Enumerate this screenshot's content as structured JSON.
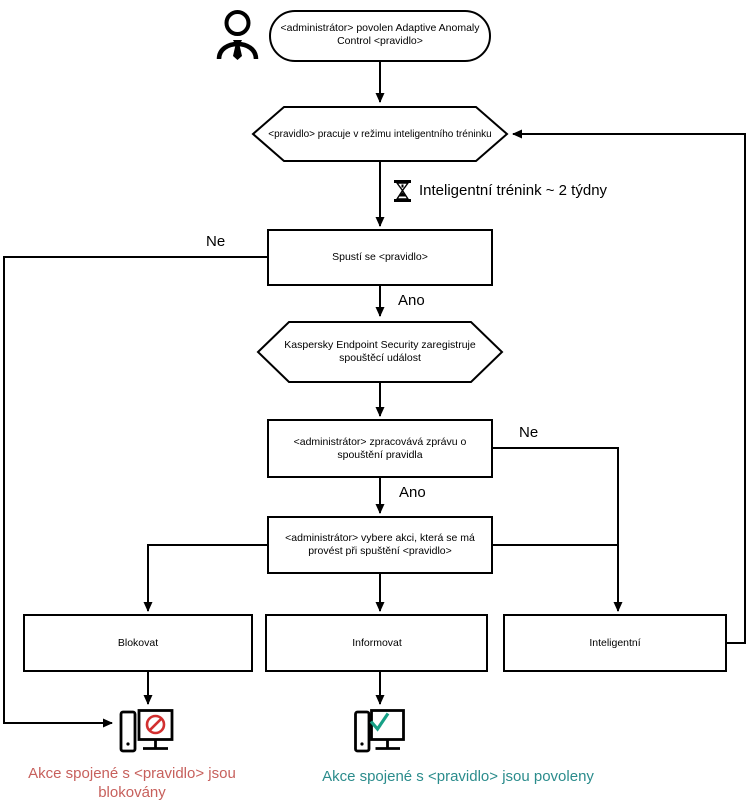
{
  "nodes": {
    "start": {
      "text": "<administrátor> povolen Adaptive Anomaly Control <pravidlo>"
    },
    "training": {
      "text": "<pravidlo> pracuje v režimu inteligentního tréninku"
    },
    "training_note": {
      "text": "Inteligentní trénink ~ 2 týdny"
    },
    "rule_trigger": {
      "text": "Spustí se <pravidlo>"
    },
    "kes_register": {
      "text": "Kaspersky Endpoint Security zaregistruje spouštěcí událost"
    },
    "admin_report": {
      "text": "<administrátor> zpracovává zprávu o spouštění pravidla"
    },
    "admin_action": {
      "text": "<administrátor> vybere akci, která se má provést při spuštění <pravidlo>"
    },
    "block": {
      "text": "Blokovat"
    },
    "inform": {
      "text": "Informovat"
    },
    "smart": {
      "text": "Inteligentní"
    },
    "result_blocked": {
      "text": "Akce spojené s <pravidlo> jsou blokovány"
    },
    "result_allowed": {
      "text": "Akce spojené s <pravidlo> jsou povoleny"
    }
  },
  "edge_labels": {
    "no_left": "Ne",
    "yes_first": "Ano",
    "no_right": "Ne",
    "yes_second": "Ano"
  },
  "icons": {
    "user": "user-icon",
    "hourglass": "hourglass-icon",
    "blocked_computer": "computer-blocked-icon",
    "allowed_computer": "computer-allowed-icon"
  },
  "colors": {
    "line": "#000000",
    "blocked_text": "#c7605c",
    "allowed_text": "#2b8c8c",
    "prohibition_sign": "#d22f2f",
    "check_mark": "#17a086"
  }
}
